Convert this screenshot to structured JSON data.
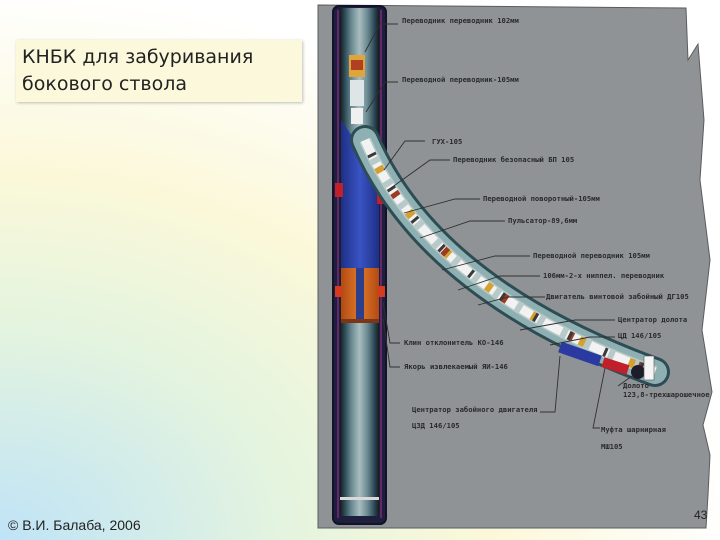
{
  "slide": {
    "title_line_1": "КНБК для забуривания",
    "title_line_2": "бокового ствола",
    "copyright": "© В.И. Балаба, 2006",
    "page_number": "43"
  },
  "diagram": {
    "labels": [
      {
        "id": "perevodnik-102",
        "text": "Переводник переводник 102мм"
      },
      {
        "id": "perevodnik-105-top",
        "text": "Переводной переводник-105мм"
      },
      {
        "id": "gux-105",
        "text": "ГУХ-105"
      },
      {
        "id": "perevodnik-bezopasny",
        "text": "Переводник безопасный БП 105"
      },
      {
        "id": "perevodnik-povorotny",
        "text": "Переводной поворотный-105мм"
      },
      {
        "id": "pulsator",
        "text": "Пульсатор-89,6мм"
      },
      {
        "id": "perevodnik-105-mid",
        "text": "Переводной переводник 105мм"
      },
      {
        "id": "nippel-perevodnik",
        "text": "106мм-2-х ниппел. переводник"
      },
      {
        "id": "dvigatel",
        "text": "Двигатель винтовой забойный ДГ105"
      },
      {
        "id": "centrator-dolota",
        "text": "Центратор долота"
      },
      {
        "id": "cd-146",
        "text": "ЦД 146/105"
      },
      {
        "id": "klin",
        "text": "Клин отклонитель КО-146"
      },
      {
        "id": "yakor",
        "text": "Якорь извлекаемый ЯИ-146"
      },
      {
        "id": "doloto-1",
        "text": "Долото"
      },
      {
        "id": "doloto-2",
        "text": "123,8-трехшарошечное"
      },
      {
        "id": "centrator-dvigatelya",
        "text": "Центратор забойного двигателя"
      },
      {
        "id": "czd-146",
        "text": "ЦЗД 146/105"
      },
      {
        "id": "mufta-1",
        "text": "Муфта шарнирная"
      },
      {
        "id": "mufta-2",
        "text": "МШ105"
      }
    ]
  }
}
